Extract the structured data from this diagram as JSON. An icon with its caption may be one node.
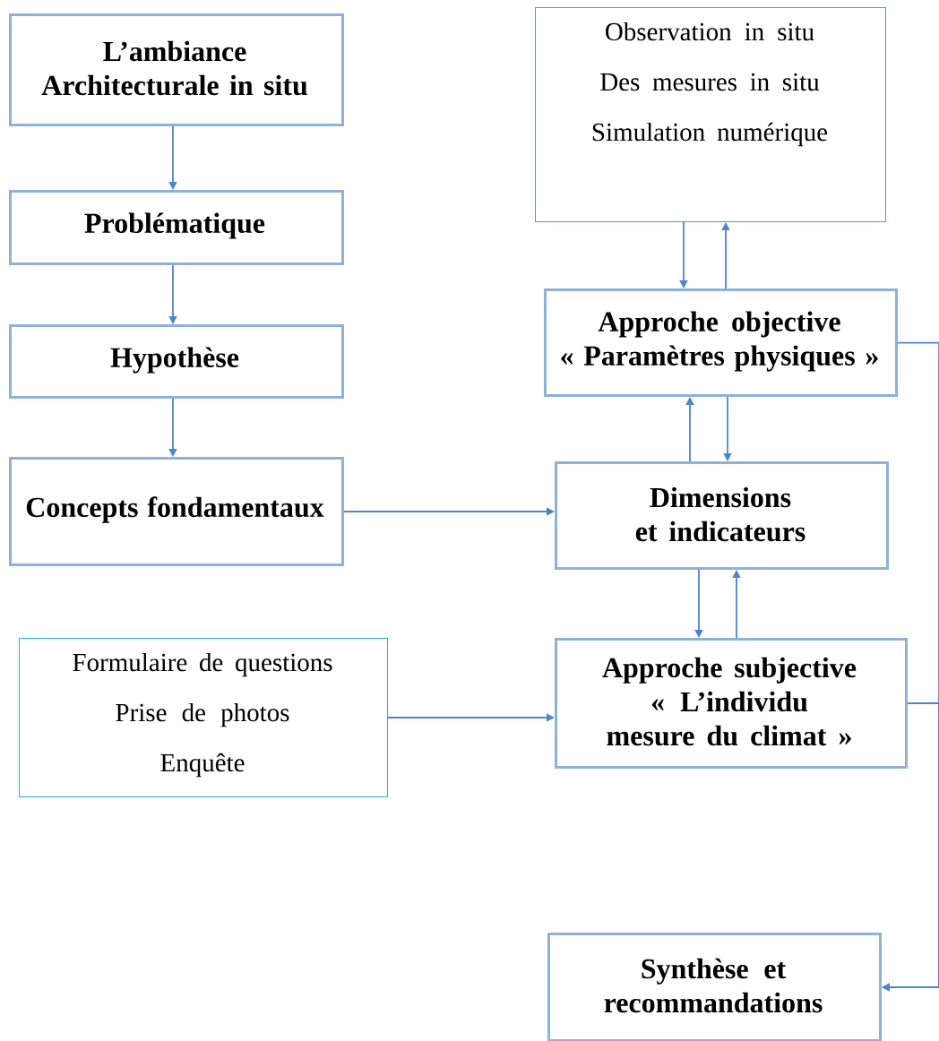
{
  "diagram": {
    "nodes": [
      {
        "text": [
          "L’ambiance Architecturale in situ"
        ]
      },
      {
        "text": [
          "Problématique"
        ]
      },
      {
        "text": [
          "Hypothèse"
        ]
      },
      {
        "text": [
          "Concepts fondamentaux"
        ]
      },
      {
        "text": [
          "Observation in situ",
          "Des mesures in situ",
          "Simulation numérique"
        ]
      },
      {
        "text": [
          "Approche objective",
          "« Paramètres physiques »"
        ]
      },
      {
        "text": [
          "Dimensions et indicateurs"
        ]
      },
      {
        "text": [
          "Formulaire de questions",
          "Prise de photos",
          "Enquête"
        ]
      },
      {
        "text": [
          "Approche subjective",
          "« L’individu mesure du climat »"
        ]
      },
      {
        "text": [
          "Synthèse et recommandations"
        ]
      }
    ],
    "edges": [
      {
        "from": 0,
        "to": 1,
        "arrow": "to"
      },
      {
        "from": 1,
        "to": 2,
        "arrow": "to"
      },
      {
        "from": 2,
        "to": 3,
        "arrow": "to"
      },
      {
        "from": 3,
        "to": 6,
        "arrow": "to"
      },
      {
        "from": 4,
        "to": 5,
        "arrow": "to"
      },
      {
        "from": 5,
        "to": 4,
        "arrow": "to"
      },
      {
        "from": 6,
        "to": 5,
        "arrow": "to"
      },
      {
        "from": 5,
        "to": 6,
        "arrow": "to"
      },
      {
        "from": 6,
        "to": 8,
        "arrow": "to"
      },
      {
        "from": 8,
        "to": 6,
        "arrow": "to"
      },
      {
        "from": 7,
        "to": 8,
        "arrow": "to"
      },
      {
        "from": 5,
        "to": 9,
        "arrow": "to"
      },
      {
        "from": 8,
        "to": 9,
        "arrow": "to"
      }
    ]
  }
}
